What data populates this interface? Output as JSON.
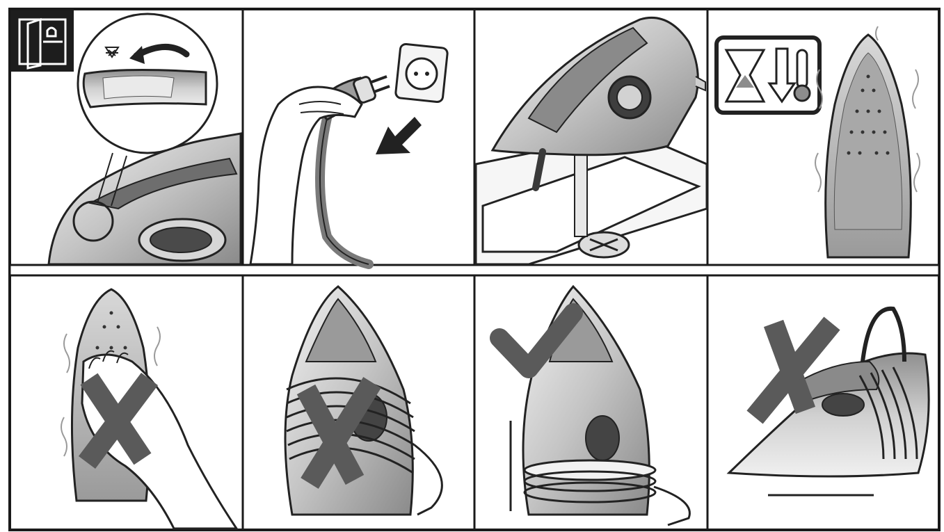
{
  "document": {
    "type": "iron-instruction-pictograms",
    "rows": 2,
    "columns": 4,
    "colors": {
      "frame": "#1a1a1a",
      "mark": "#5a5a5a",
      "iron_dark": "#7b7b7b",
      "iron_mid": "#b9b9b9",
      "iron_light": "#e6e6e6",
      "line": "#222222"
    },
    "panels": [
      {
        "id": "select-anti-calc",
        "icons": [
          "cupboard-book-icon",
          "anti-calc-symbol-icon",
          "rotate-arrow-icon",
          "magnifier-circle"
        ],
        "mark": "none"
      },
      {
        "id": "unplug",
        "icons": [
          "hand-icon",
          "plug-icon",
          "wall-socket-icon",
          "down-left-arrow-icon"
        ],
        "mark": "none"
      },
      {
        "id": "empty-water",
        "icons": [
          "iron-icon",
          "water-stream-icon",
          "sink-icon"
        ],
        "mark": "none"
      },
      {
        "id": "cool-down",
        "icons": [
          "hourglass-icon",
          "down-arrow-icon",
          "thermometer-icon",
          "hot-soleplate-icon"
        ],
        "mark": "none"
      },
      {
        "id": "do-not-touch-hot-plate",
        "icons": [
          "hot-soleplate-icon",
          "hand-icon"
        ],
        "mark": "cross"
      },
      {
        "id": "do-not-wrap-cord-hot",
        "icons": [
          "iron-icon",
          "cord-icon"
        ],
        "mark": "cross"
      },
      {
        "id": "store-upright-cord-wrapped",
        "icons": [
          "iron-icon",
          "cord-icon"
        ],
        "mark": "check"
      },
      {
        "id": "do-not-store-flat",
        "icons": [
          "iron-icon",
          "cord-icon"
        ],
        "mark": "cross"
      }
    ]
  }
}
